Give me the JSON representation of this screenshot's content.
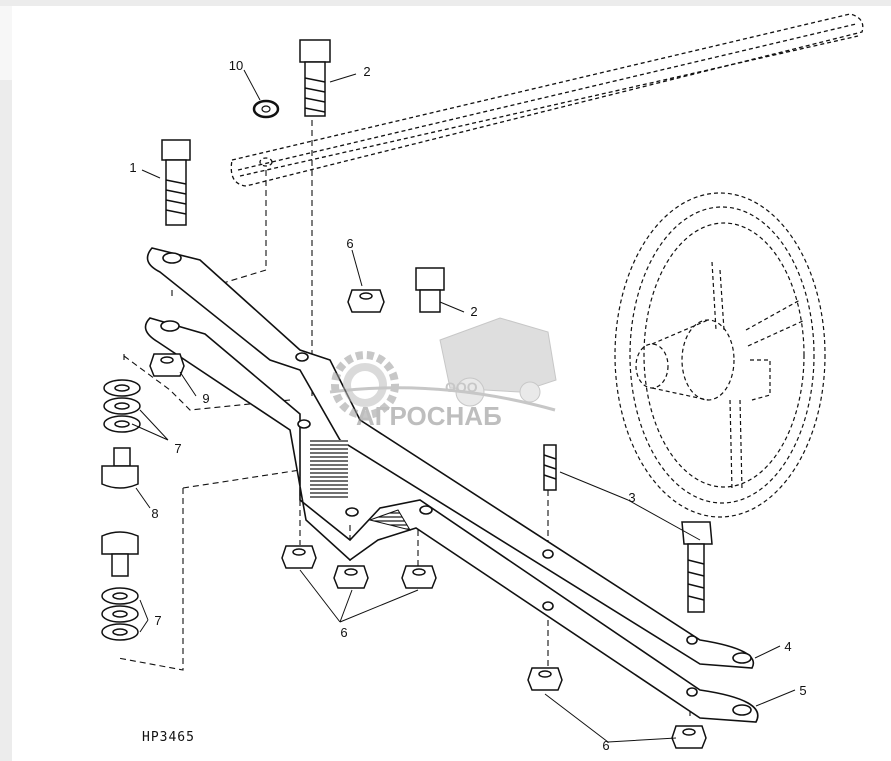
{
  "figure_id": "HP3465",
  "watermark": {
    "prefix": "ООО",
    "brand": "АГРОСНАБ"
  },
  "callouts": {
    "c1": "1",
    "c2": "2",
    "c2b": "2",
    "c3": "3",
    "c4": "4",
    "c5": "5",
    "c6a": "6",
    "c6b": "6",
    "c6c": "6",
    "c7a": "7",
    "c7b": "7",
    "c8": "8",
    "c9": "9",
    "c10": "10"
  },
  "colors": {
    "line": "#111111",
    "watermark": "#9a9a9a"
  }
}
